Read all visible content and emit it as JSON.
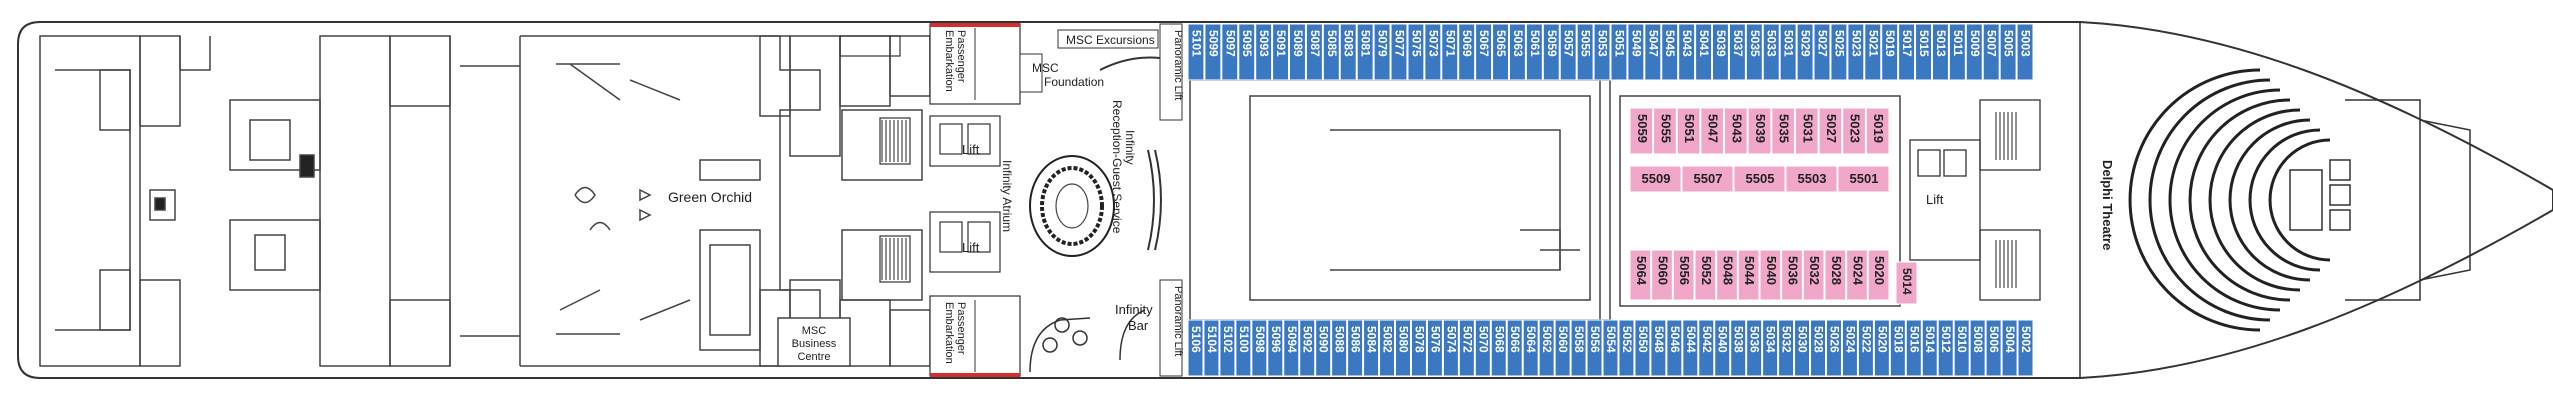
{
  "colors": {
    "cabin_blue": "#3b78c2",
    "cabin_pink": "#f1a7c9",
    "embarkation_red": "#d42f2f",
    "outline": "#333333"
  },
  "labels": {
    "green_orchid": "Green Orchid",
    "msc_business_centre": "MSC Business Centre",
    "passenger_embarkation_top": "Passenger Embarkation",
    "passenger_embarkation_bottom": "Passenger Embarkation",
    "msc_excursions": "MSC Excursions",
    "msc_foundation": "MSC Foundation",
    "panoramic_lift_top": "Panoramic Lift",
    "panoramic_lift_bottom": "Panoramic Lift",
    "lift_top": "Lift",
    "lift_bottom": "Lift",
    "lift_fwd": "Lift",
    "infinity_atrium": "Infinity Atrium",
    "infinity_reception": "Infinity Reception-Guest Service",
    "infinity_bar": "Infinity Bar",
    "delphi_theatre": "Delphi Theatre"
  },
  "cabins": {
    "top_row": [
      "5101",
      "5099",
      "5097",
      "5095",
      "5093",
      "5091",
      "5089",
      "5087",
      "5085",
      "5083",
      "5081",
      "5079",
      "5077",
      "5075",
      "5073",
      "5071",
      "5069",
      "5067",
      "5065",
      "5063",
      "5061",
      "5059",
      "5057",
      "5055",
      "5053",
      "5051",
      "5049",
      "5047",
      "5045",
      "5043",
      "5041",
      "5039",
      "5037",
      "5035",
      "5033",
      "5031",
      "5029",
      "5027",
      "5025",
      "5023",
      "5021",
      "5019",
      "5017",
      "5015",
      "5013",
      "5011",
      "5009",
      "5007",
      "5005",
      "5003"
    ],
    "bottom_row": [
      "5106",
      "5104",
      "5102",
      "5100",
      "5098",
      "5096",
      "5094",
      "5092",
      "5090",
      "5088",
      "5086",
      "5084",
      "5082",
      "5080",
      "5078",
      "5076",
      "5074",
      "5072",
      "5070",
      "5068",
      "5066",
      "5064",
      "5062",
      "5060",
      "5058",
      "5056",
      "5054",
      "5052",
      "5050",
      "5048",
      "5046",
      "5044",
      "5042",
      "5040",
      "5038",
      "5036",
      "5034",
      "5032",
      "5030",
      "5028",
      "5026",
      "5024",
      "5022",
      "5020",
      "5018",
      "5016",
      "5014",
      "5012",
      "5010",
      "5008",
      "5006",
      "5004",
      "5002"
    ],
    "inner_upper": [
      "5059",
      "5055",
      "5051",
      "5047",
      "5043",
      "5039",
      "5035",
      "5031",
      "5027",
      "5023",
      "5019"
    ],
    "inner_middle": [
      "5509",
      "5507",
      "5505",
      "5503",
      "5501"
    ],
    "inner_lower": [
      "5064",
      "5060",
      "5056",
      "5052",
      "5048",
      "5044",
      "5040",
      "5036",
      "5032",
      "5028",
      "5024",
      "5020"
    ],
    "inner_single": "5014"
  }
}
